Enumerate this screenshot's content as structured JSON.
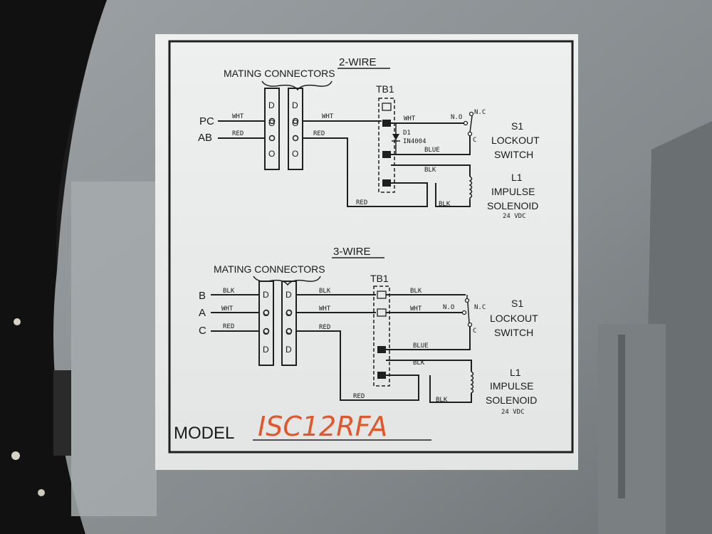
{
  "two_wire": {
    "title": "2-WIRE",
    "connectors_label": "MATING CONNECTORS",
    "inputs": [
      {
        "name": "PC",
        "wire": "WHT"
      },
      {
        "name": "AB",
        "wire": "RED"
      }
    ],
    "plug_a_letters": [
      "D",
      "O",
      "O"
    ],
    "plug_b_letters": [
      "D",
      "O",
      "O"
    ],
    "wire_labels": {
      "wht": "WHT",
      "red_mid": "RED",
      "red_bottom": "RED",
      "blue": "BLUE",
      "blk_upper": "BLK",
      "blk_lower": "BLK"
    },
    "terminal_block": "TB1",
    "diode": {
      "ref": "D1",
      "part": "IN4004"
    },
    "switch": {
      "no": "N.O",
      "nc": "N.C",
      "c": "C",
      "line1": "S1",
      "line2": "LOCKOUT",
      "line3": "SWITCH"
    },
    "solenoid": {
      "line1": "L1",
      "line2": "IMPULSE",
      "line3": "SOLENOID",
      "rating": "24 VDC"
    }
  },
  "three_wire": {
    "title": "3-WIRE",
    "connectors_label": "MATING CONNECTORS",
    "inputs": [
      {
        "name": "B",
        "wire": "BLK"
      },
      {
        "name": "A",
        "wire": "WHT"
      },
      {
        "name": "C",
        "wire": "RED"
      }
    ],
    "plug_a_letters": [
      "D",
      "O",
      "O",
      "D"
    ],
    "plug_b_letters": [
      "D",
      "O",
      "O",
      "D"
    ],
    "wire_labels": {
      "blk": "BLK",
      "wht": "WHT",
      "red_mid": "RED",
      "blk_right": "BLK",
      "wht_right": "WHT",
      "blue": "BLUE",
      "blk_upper": "BLK",
      "red_bottom": "RED",
      "blk_lower": "BLK"
    },
    "terminal_block": "TB1",
    "switch": {
      "no": "N.O",
      "nc": "N.C",
      "c": "C",
      "line1": "S1",
      "line2": "LOCKOUT",
      "line3": "SWITCH"
    },
    "solenoid": {
      "line1": "L1",
      "line2": "IMPULSE",
      "line3": "SOLENOID",
      "rating": "24 VDC"
    }
  },
  "model": {
    "label": "MODEL",
    "handwritten": "ISC12RFA"
  },
  "colors": {
    "ink": "#1f1f1f",
    "paper": "#eceded",
    "housing": "#8e9396",
    "marker": "#e2562a"
  }
}
